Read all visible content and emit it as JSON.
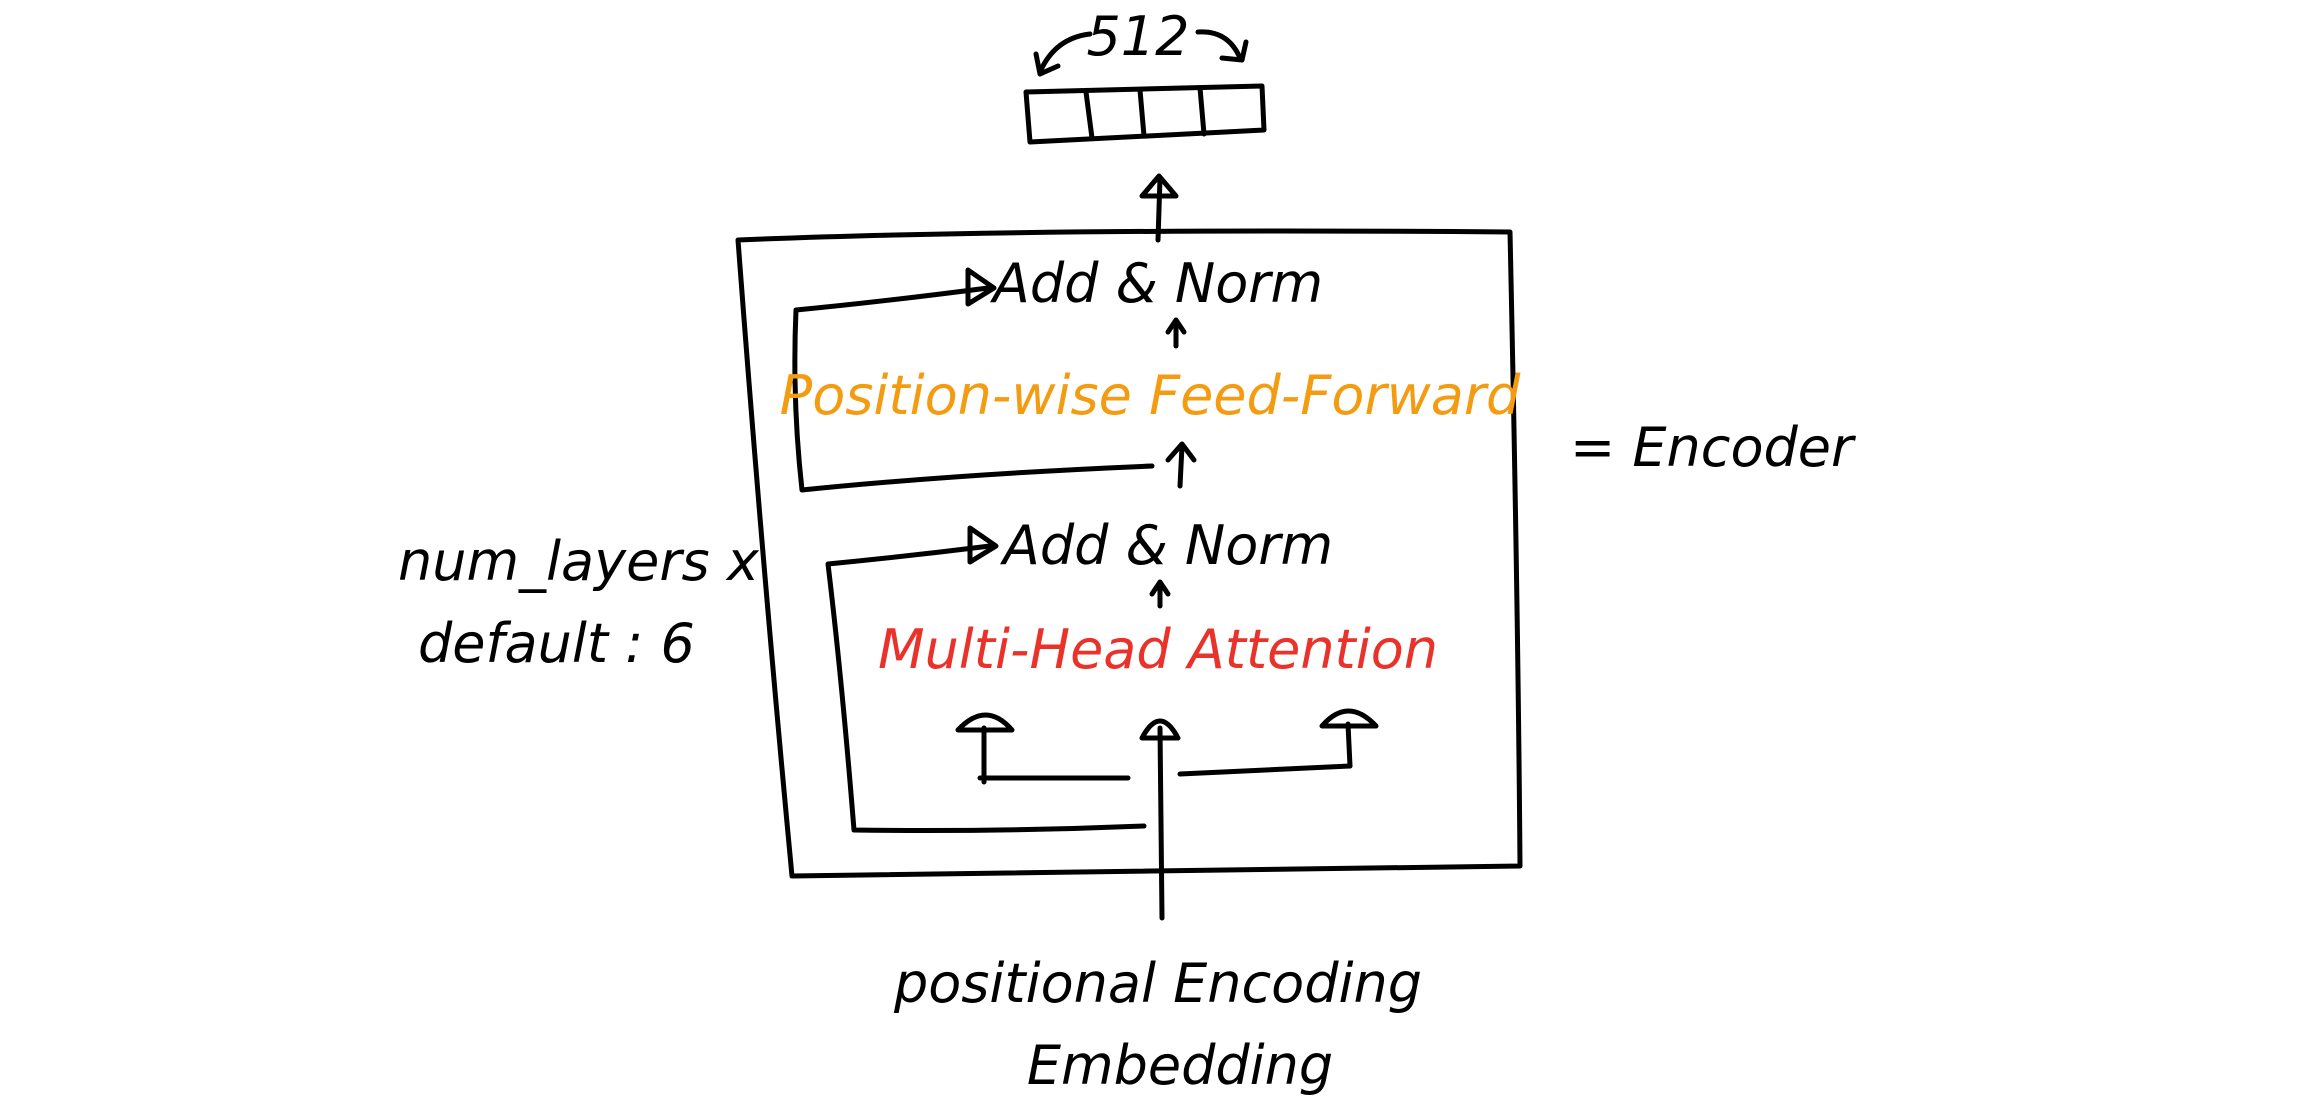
{
  "labels": {
    "vector_dim": "512",
    "add_norm_top": "Add & Norm",
    "feed_forward": "Position-wise  Feed-Forward",
    "add_norm_bottom": "Add & Norm",
    "multi_head_attention": "Multi-Head  Attention",
    "num_layers": "num_layers x",
    "default": "default : 6",
    "encoder": "= Encoder",
    "positional_encoding": "positional  Encoding",
    "embedding": "Embedding"
  },
  "colors": {
    "ink": "#000000",
    "feed_forward": "#F39C12",
    "attention": "#E8322A"
  }
}
